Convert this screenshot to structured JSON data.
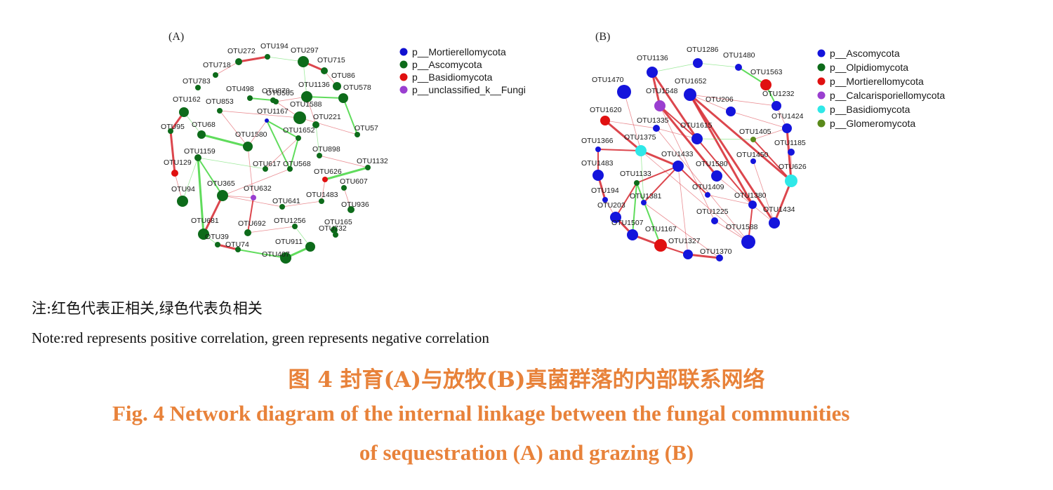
{
  "figure": {
    "panelA": {
      "label": "(A)",
      "legend": [
        {
          "label": "p__Mortierellomycota",
          "color": "#1010d0"
        },
        {
          "label": "p__Ascomycota",
          "color": "#0d6b1a"
        },
        {
          "label": "p__Basidiomycota",
          "color": "#e01010"
        },
        {
          "label": "p__unclassified_k__Fungi",
          "color": "#9a3fd0"
        }
      ],
      "nodes": [
        {
          "id": "OTU272",
          "c": 1
        },
        {
          "id": "OTU194",
          "c": 1
        },
        {
          "id": "OTU297",
          "c": 1
        },
        {
          "id": "OTU715",
          "c": 1
        },
        {
          "id": "OTU718",
          "c": 1
        },
        {
          "id": "OTU86",
          "c": 1
        },
        {
          "id": "OTU783",
          "c": 1
        },
        {
          "id": "OTU870",
          "c": 1
        },
        {
          "id": "OTU498",
          "c": 1
        },
        {
          "id": "OTU505",
          "c": 1
        },
        {
          "id": "OTU1136",
          "c": 1
        },
        {
          "id": "OTU578",
          "c": 1
        },
        {
          "id": "OTU162",
          "c": 1
        },
        {
          "id": "OTU853",
          "c": 1
        },
        {
          "id": "OTU1588",
          "c": 1
        },
        {
          "id": "OTU1167",
          "c": 0
        },
        {
          "id": "OTU221",
          "c": 1
        },
        {
          "id": "OTU95",
          "c": 1
        },
        {
          "id": "OTU68",
          "c": 1
        },
        {
          "id": "OTU1580",
          "c": 1
        },
        {
          "id": "OTU1652",
          "c": 1
        },
        {
          "id": "OTU57",
          "c": 1
        },
        {
          "id": "OTU1159",
          "c": 1
        },
        {
          "id": "OTU898",
          "c": 1
        },
        {
          "id": "OTU1132",
          "c": 1
        },
        {
          "id": "OTU129",
          "c": 2
        },
        {
          "id": "OTU617",
          "c": 1
        },
        {
          "id": "OTU568",
          "c": 1
        },
        {
          "id": "OTU626",
          "c": 2
        },
        {
          "id": "OTU607",
          "c": 1
        },
        {
          "id": "OTU94",
          "c": 1
        },
        {
          "id": "OTU365",
          "c": 1
        },
        {
          "id": "OTU632",
          "c": 3
        },
        {
          "id": "OTU1483",
          "c": 1
        },
        {
          "id": "OTU641",
          "c": 1
        },
        {
          "id": "OTU936",
          "c": 1
        },
        {
          "id": "OTU681",
          "c": 1
        },
        {
          "id": "OTU692",
          "c": 1
        },
        {
          "id": "OTU1256",
          "c": 1
        },
        {
          "id": "OTU165",
          "c": 1
        },
        {
          "id": "OTU39",
          "c": 1
        },
        {
          "id": "OTU74",
          "c": 1
        },
        {
          "id": "OTU911",
          "c": 1
        },
        {
          "id": "OTU732",
          "c": 1
        },
        {
          "id": "OTU407",
          "c": 1
        }
      ]
    },
    "panelB": {
      "label": "(B)",
      "legend": [
        {
          "label": "p__Ascomycota",
          "color": "#1414dc"
        },
        {
          "label": "p__Olpidiomycota",
          "color": "#0d6b1a"
        },
        {
          "label": "p__Mortierellomycota",
          "color": "#e01010"
        },
        {
          "label": "p__Calcarisporiellomycota",
          "color": "#9a3fd0"
        },
        {
          "label": "p__Basidiomycota",
          "color": "#2fe8e8"
        },
        {
          "label": "p__Glomeromycota",
          "color": "#5a8a1a"
        }
      ],
      "nodes": [
        {
          "id": "OTU1136",
          "c": 0
        },
        {
          "id": "OTU1286",
          "c": 0
        },
        {
          "id": "OTU1480",
          "c": 0
        },
        {
          "id": "OTU1563",
          "c": 2
        },
        {
          "id": "OTU1470",
          "c": 0
        },
        {
          "id": "OTU1652",
          "c": 0
        },
        {
          "id": "OTU1548",
          "c": 3
        },
        {
          "id": "OTU1232",
          "c": 0
        },
        {
          "id": "OTU206",
          "c": 0
        },
        {
          "id": "OTU1620",
          "c": 2
        },
        {
          "id": "OTU1424",
          "c": 0
        },
        {
          "id": "OTU1335",
          "c": 0
        },
        {
          "id": "OTU1615",
          "c": 0
        },
        {
          "id": "OTU1405",
          "c": 5
        },
        {
          "id": "OTU1375",
          "c": 4
        },
        {
          "id": "OTU1366",
          "c": 0
        },
        {
          "id": "OTU1185",
          "c": 0
        },
        {
          "id": "OTU1433",
          "c": 0
        },
        {
          "id": "OTU1450",
          "c": 0
        },
        {
          "id": "OTU1483",
          "c": 0
        },
        {
          "id": "OTU1580",
          "c": 0
        },
        {
          "id": "OTU626",
          "c": 4
        },
        {
          "id": "OTU1133",
          "c": 1
        },
        {
          "id": "OTU1409",
          "c": 0
        },
        {
          "id": "OTU194",
          "c": 0
        },
        {
          "id": "OTU1381",
          "c": 0
        },
        {
          "id": "OTU1380",
          "c": 0
        },
        {
          "id": "OTU203",
          "c": 0
        },
        {
          "id": "OTU1225",
          "c": 0
        },
        {
          "id": "OTU1434",
          "c": 0
        },
        {
          "id": "OTU1507",
          "c": 0
        },
        {
          "id": "OTU1588",
          "c": 0
        },
        {
          "id": "OTU1167",
          "c": 2
        },
        {
          "id": "OTU1327",
          "c": 0
        },
        {
          "id": "OTU1370",
          "c": 0
        }
      ]
    }
  },
  "note_cn": "注:红色代表正相关,绿色代表负相关",
  "note_en": "Note:red represents positive correlation, green represents negative correlation",
  "caption_cn": "图 4 封育(A)与放牧(B)真菌群落的内部联系网络",
  "caption_en_1": "Fig. 4 Network diagram of the internal linkage between the fungal communities",
  "caption_en_2": "of sequestration (A) and grazing (B)"
}
